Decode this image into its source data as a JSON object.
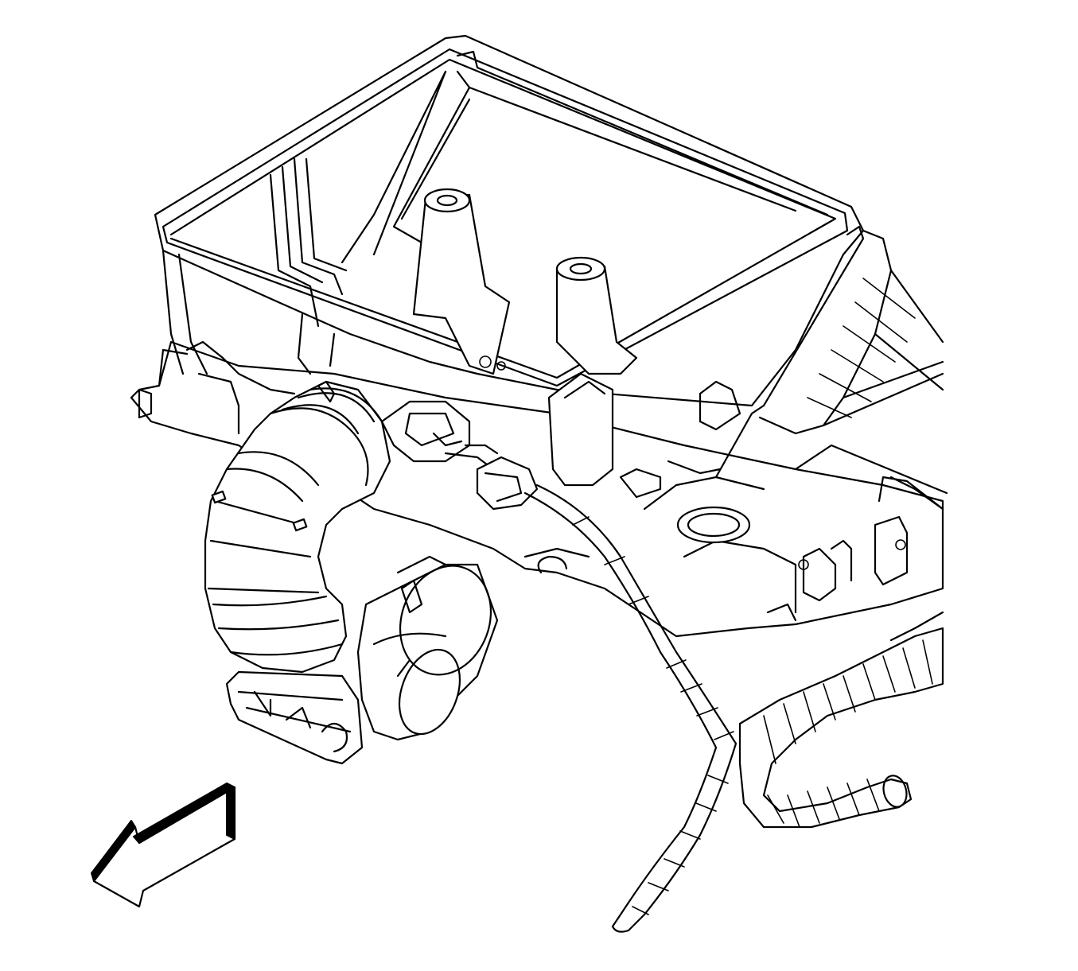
{
  "diagram": {
    "parts": [
      {
        "id": "air-cleaner-housing",
        "icon": "housing-outline"
      },
      {
        "id": "air-inlet-duct",
        "icon": "duct-outline"
      },
      {
        "id": "throttle-body",
        "icon": "throttle-outline"
      },
      {
        "id": "intake-manifold",
        "icon": "manifold-outline"
      },
      {
        "id": "wiring-harness",
        "icon": "harness-outline"
      },
      {
        "id": "sensor-connector",
        "icon": "connector-outline"
      }
    ],
    "orientation_arrow": {
      "icon": "front-arrow-icon",
      "direction": "lower-left"
    }
  },
  "colors": {
    "stroke": "#000000",
    "background": "#ffffff"
  }
}
